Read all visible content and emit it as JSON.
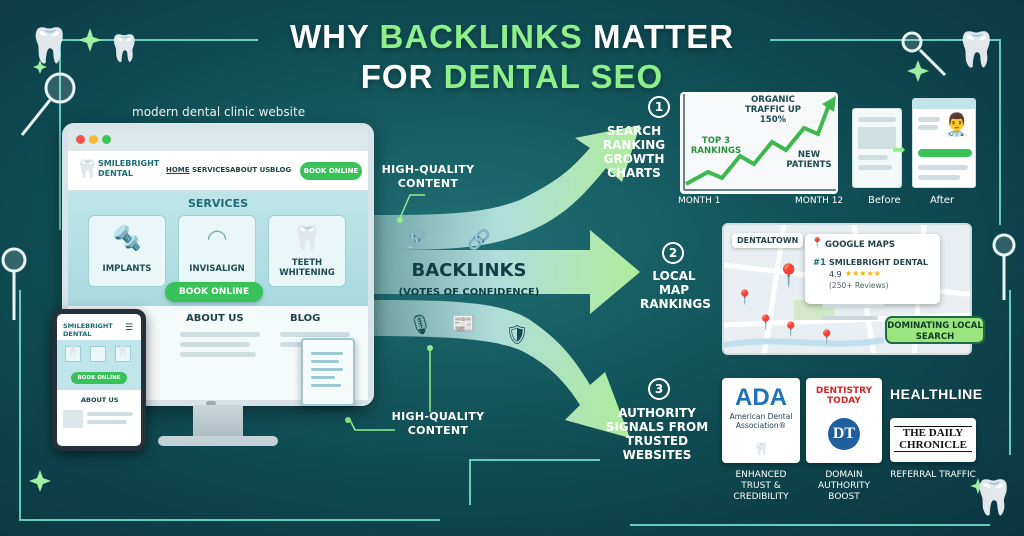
{
  "title": {
    "line1_plain": "WHY ",
    "line1_highlight": "BACKLINKS",
    "line1_end": " MATTER",
    "line2_plain": "FOR ",
    "line2_highlight": "DENTAL SEO"
  },
  "website": {
    "caption": "modern dental clinic website",
    "logo": "SMILEBRIGHT DENTAL",
    "nav": [
      "HOME",
      "SERVICES",
      "ABOUT US",
      "BLOG"
    ],
    "nav_button": "BOOK ONLINE",
    "services_title": "SERVICES",
    "services": [
      "IMPLANTS",
      "INVISALIGN",
      "TEETH WHITENING"
    ],
    "services_button": "BOOK ONLINE",
    "about": "ABOUT US",
    "blog": "BLOG"
  },
  "tablet": {
    "logo": "SMILEBRIGHT DENTAL",
    "button": "BOOK ONLINE",
    "about": "ABOUT US"
  },
  "center": {
    "callout_top": "HIGH-QUALITY CONTENT",
    "callout_bottom": "HIGH-QUALITY CONTENT",
    "backlinks": "BACKLINKS",
    "votes": "(VOTES OF CONFIDENCE)"
  },
  "sections": {
    "s1": {
      "num": "1",
      "label": "SEARCH RANKING GROWTH CHARTS"
    },
    "s2": {
      "num": "2",
      "label": "LOCAL MAP RANKINGS"
    },
    "s3": {
      "num": "3",
      "label": "AUTHORITY SIGNALS FROM TRUSTED WEBSITES"
    }
  },
  "chart": {
    "organic": "ORGANIC TRAFFIC UP 150%",
    "top3": "TOP 3 RANKINGS",
    "new_patients": "NEW PATIENTS",
    "month_start": "MONTH 1",
    "month_end": "MONTH 12",
    "before": "Before",
    "after": "After"
  },
  "map": {
    "dentaltown": "DENTALTOWN",
    "google_maps": "GOOGLE MAPS",
    "rank": "#1",
    "clinic": "SMILEBRIGHT DENTAL",
    "rating": "4.9",
    "stars": "★★★★★",
    "reviews": "(250+ Reviews)",
    "dominating": "DOMINATING LOCAL SEARCH"
  },
  "authority": {
    "ada": "ADA",
    "ada_full": "American Dental Association®",
    "dentistry_today": "DENTISTRY TODAY",
    "dt": "DT",
    "healthline": "HEALTHLINE",
    "daily_chronicle": "THE DAILY CHRONICLE",
    "captions": [
      "ENHANCED TRUST & CREDIBILITY",
      "DOMAIN AUTHORITY BOOST",
      "REFERRAL TRAFFIC"
    ]
  },
  "colors": {
    "accent_green": "#39c15a",
    "highlight_green": "#8ef08a",
    "background_teal": "#0f4a52"
  },
  "icons": [
    "tooth-icon",
    "dental-mirror-icon",
    "sparkle-icon",
    "link-icon",
    "microphone-icon",
    "newspaper-icon",
    "shield-icon",
    "map-pin-icon",
    "dentist-icon",
    "star-icon"
  ]
}
